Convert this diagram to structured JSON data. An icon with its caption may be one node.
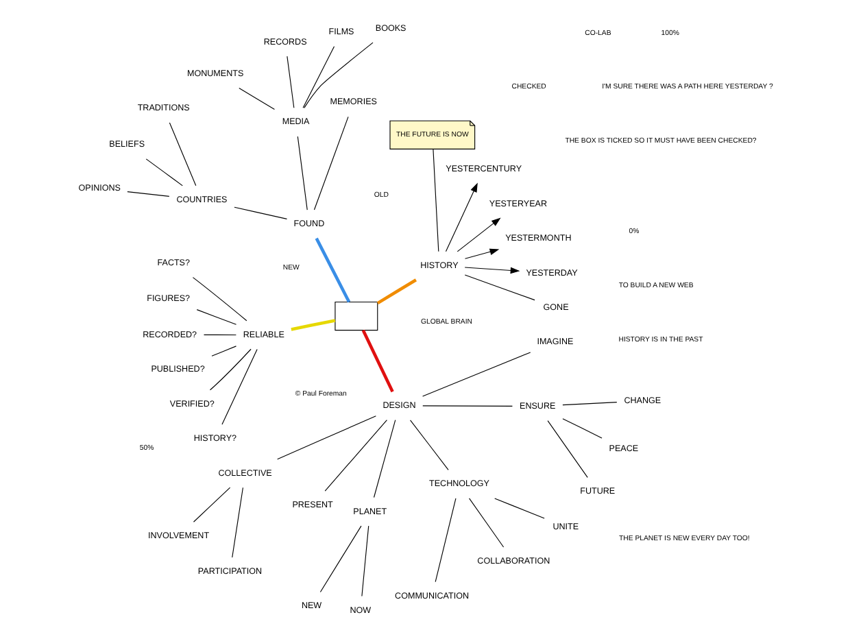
{
  "diagram": {
    "nodes": [
      {
        "text": [],
        "shape": "box"
      },
      {
        "text": [
          "HISTORY"
        ]
      },
      {
        "text": [
          "GONE"
        ]
      },
      {
        "text": [
          "YESTERDAY"
        ]
      },
      {
        "text": [
          "YESTERMONTH"
        ]
      },
      {
        "text": [
          "YESTERYEAR"
        ]
      },
      {
        "text": [
          "YESTERCENTURY"
        ]
      },
      {
        "text": [
          "THE FUTURE IS NOW"
        ]
      },
      {
        "text": [
          "FOUND"
        ]
      },
      {
        "text": [
          "MEMORIES"
        ]
      },
      {
        "text": [
          "MEDIA"
        ]
      },
      {
        "text": [
          "BOOKS"
        ]
      },
      {
        "text": [
          "FILMS"
        ]
      },
      {
        "text": [
          "RECORDS"
        ]
      },
      {
        "text": [
          "MONUMENTS"
        ]
      },
      {
        "text": [
          "COUNTRIES"
        ]
      },
      {
        "text": [
          "TRADITIONS"
        ]
      },
      {
        "text": [
          "BELIEFS"
        ]
      },
      {
        "text": [
          "OPINIONS"
        ]
      },
      {
        "text": [
          "RELIABLE"
        ]
      },
      {
        "text": [
          "FACTS?"
        ]
      },
      {
        "text": [
          "FIGURES?"
        ]
      },
      {
        "text": [
          "RECORDED?"
        ]
      },
      {
        "text": [
          "PUBLISHED?"
        ]
      },
      {
        "text": [
          "VERIFIED?"
        ]
      },
      {
        "text": [
          "HISTORY?"
        ]
      },
      {
        "text": [
          "DESIGN"
        ]
      },
      {
        "text": [
          "COLLECTIVE"
        ]
      },
      {
        "text": [
          "INVOLVEMENT"
        ]
      },
      {
        "text": [
          "PARTICIPATION"
        ]
      },
      {
        "text": [
          "PRESENT"
        ]
      },
      {
        "text": [
          "PLANET"
        ]
      },
      {
        "text": [
          "NEW"
        ]
      },
      {
        "text": [
          "NOW"
        ]
      },
      {
        "text": [
          "TECHNOLOGY"
        ]
      },
      {
        "text": [
          "COMMUNICATION"
        ]
      },
      {
        "text": [
          "COLLABORATION"
        ]
      },
      {
        "text": [
          "UNITE"
        ]
      },
      {
        "text": [
          "ENSURE"
        ]
      },
      {
        "text": [
          "FUTURE"
        ]
      },
      {
        "text": [
          "PEACE"
        ]
      },
      {
        "text": [
          "CHANGE"
        ]
      },
      {
        "text": [
          "IMAGINE"
        ]
      }
    ],
    "edges": [
      {
        "from": 0,
        "to": 1,
        "arrow": "none",
        "style": "thick",
        "color": "#f08c00"
      },
      {
        "from": 1,
        "to": 2,
        "arrow": "none"
      },
      {
        "from": 1,
        "to": 3,
        "arrow": "to"
      },
      {
        "from": 1,
        "to": 4,
        "arrow": "to"
      },
      {
        "from": 1,
        "to": 5,
        "arrow": "to"
      },
      {
        "from": 1,
        "to": 6,
        "arrow": "to"
      },
      {
        "from": 7,
        "to": 1,
        "arrow": "none"
      },
      {
        "from": 0,
        "to": 8,
        "arrow": "none",
        "style": "thick",
        "color": "#3a8ee6"
      },
      {
        "from": 8,
        "to": 9,
        "arrow": "none"
      },
      {
        "from": 8,
        "to": 10,
        "arrow": "none"
      },
      {
        "from": 10,
        "to": 11,
        "arrow": "none"
      },
      {
        "from": 10,
        "to": 12,
        "arrow": "none"
      },
      {
        "from": 10,
        "to": 13,
        "arrow": "none"
      },
      {
        "from": 10,
        "to": 14,
        "arrow": "none"
      },
      {
        "from": 8,
        "to": 15,
        "arrow": "none"
      },
      {
        "from": 15,
        "to": 16,
        "arrow": "none"
      },
      {
        "from": 15,
        "to": 17,
        "arrow": "none"
      },
      {
        "from": 15,
        "to": 18,
        "arrow": "none"
      },
      {
        "from": 0,
        "to": 19,
        "arrow": "none",
        "style": "thick",
        "color": "#e6d800"
      },
      {
        "from": 19,
        "to": 20,
        "arrow": "none"
      },
      {
        "from": 19,
        "to": 21,
        "arrow": "none"
      },
      {
        "from": 19,
        "to": 22,
        "arrow": "none"
      },
      {
        "from": 19,
        "to": 23,
        "arrow": "none"
      },
      {
        "from": 19,
        "to": 24,
        "arrow": "none"
      },
      {
        "from": 19,
        "to": 25,
        "arrow": "none"
      },
      {
        "from": 0,
        "to": 26,
        "arrow": "none",
        "style": "thick",
        "color": "#e01010"
      },
      {
        "from": 26,
        "to": 27,
        "arrow": "none"
      },
      {
        "from": 27,
        "to": 28,
        "arrow": "none"
      },
      {
        "from": 27,
        "to": 29,
        "arrow": "none"
      },
      {
        "from": 26,
        "to": 30,
        "arrow": "none"
      },
      {
        "from": 26,
        "to": 31,
        "arrow": "none"
      },
      {
        "from": 31,
        "to": 32,
        "arrow": "none"
      },
      {
        "from": 31,
        "to": 33,
        "arrow": "none"
      },
      {
        "from": 26,
        "to": 34,
        "arrow": "none"
      },
      {
        "from": 34,
        "to": 35,
        "arrow": "none"
      },
      {
        "from": 34,
        "to": 36,
        "arrow": "none"
      },
      {
        "from": 34,
        "to": 37,
        "arrow": "none"
      },
      {
        "from": 26,
        "to": 38,
        "arrow": "none"
      },
      {
        "from": 38,
        "to": 39,
        "arrow": "none"
      },
      {
        "from": 38,
        "to": 40,
        "arrow": "none"
      },
      {
        "from": 38,
        "to": 41,
        "arrow": "none"
      },
      {
        "from": 26,
        "to": 42,
        "arrow": "none"
      }
    ],
    "labels": [
      "I'M SURE THERE WAS A PATH HERE YESTERDAY ?",
      "HISTORY IS IN THE PAST",
      "THE PLANET IS NEW EVERY DAY TOO!",
      "OLD",
      "NEW",
      "TO BUILD A NEW WEB",
      "THE BOX IS TICKED SO IT MUST HAVE BEEN CHECKED?",
      "CHECKED",
      "0%",
      "50%",
      "100%",
      "CO-LAB",
      "GLOBAL BRAIN",
      "© Paul Foreman"
    ]
  }
}
